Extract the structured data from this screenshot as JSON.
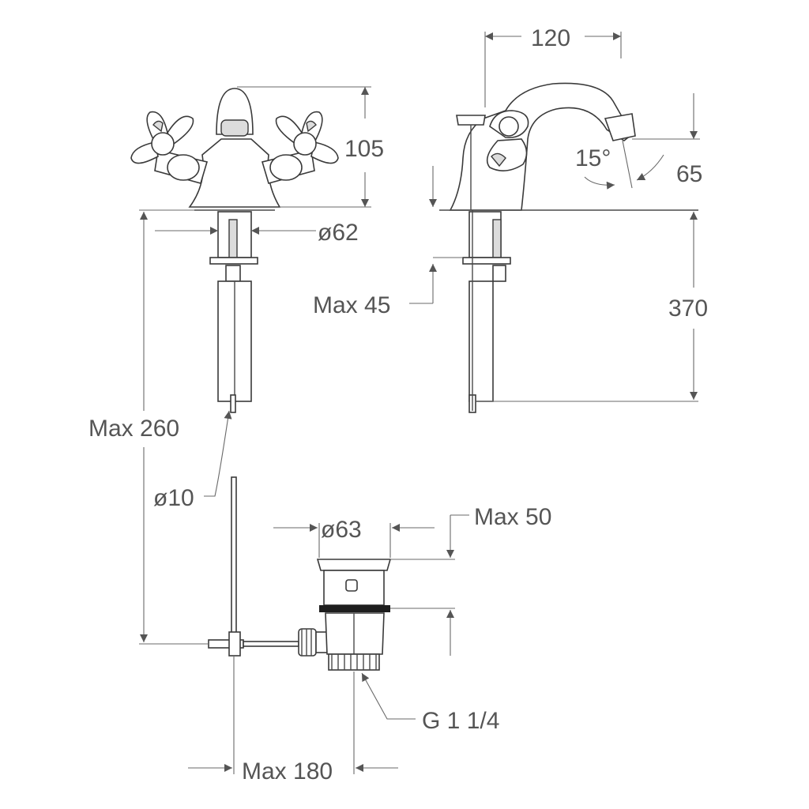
{
  "labels": {
    "w120": "120",
    "h105": "105",
    "a15": "15°",
    "r65": "65",
    "d62": "ø62",
    "max45": "Max 45",
    "l370": "370",
    "max260": "Max 260",
    "d10": "ø10",
    "d63": "ø63",
    "max50": "Max 50",
    "g114": "G 1 1/4",
    "max180": "Max 180"
  },
  "colors": {
    "line": "#4a4a4a",
    "label": "#555555",
    "seal": "#1e1e1e"
  }
}
